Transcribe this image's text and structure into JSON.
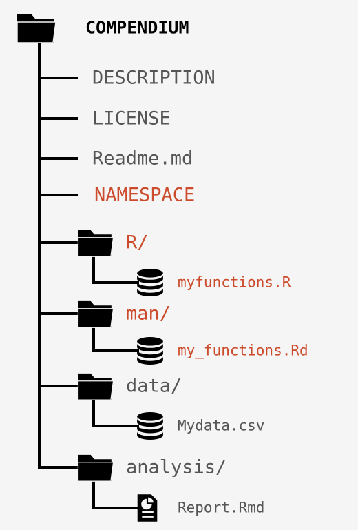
{
  "colors": {
    "background": "#f5f5f5",
    "tree": "#000000",
    "normal_text": "#555555",
    "highlight_text": "#cc4b2c"
  },
  "root": {
    "label": "COMPENDIUM",
    "icon": "folder-icon"
  },
  "files": [
    {
      "label": "DESCRIPTION",
      "highlight": false
    },
    {
      "label": "LICENSE",
      "highlight": false
    },
    {
      "label": "Readme.md",
      "highlight": false
    },
    {
      "label": "NAMESPACE",
      "highlight": true
    }
  ],
  "folders": [
    {
      "label": "R/",
      "highlight": true,
      "icon": "folder-icon",
      "child": {
        "label": "myfunctions.R",
        "highlight": true,
        "icon": "database-icon"
      }
    },
    {
      "label": "man/",
      "highlight": true,
      "icon": "folder-icon",
      "child": {
        "label": "my_functions.Rd",
        "highlight": true,
        "icon": "database-icon"
      }
    },
    {
      "label": "data/",
      "highlight": false,
      "icon": "folder-icon",
      "child": {
        "label": "Mydata.csv",
        "highlight": false,
        "icon": "database-icon"
      }
    },
    {
      "label": "analysis/",
      "highlight": false,
      "icon": "folder-icon",
      "child": {
        "label": "Report.Rmd",
        "highlight": false,
        "icon": "report-document-icon"
      }
    }
  ]
}
